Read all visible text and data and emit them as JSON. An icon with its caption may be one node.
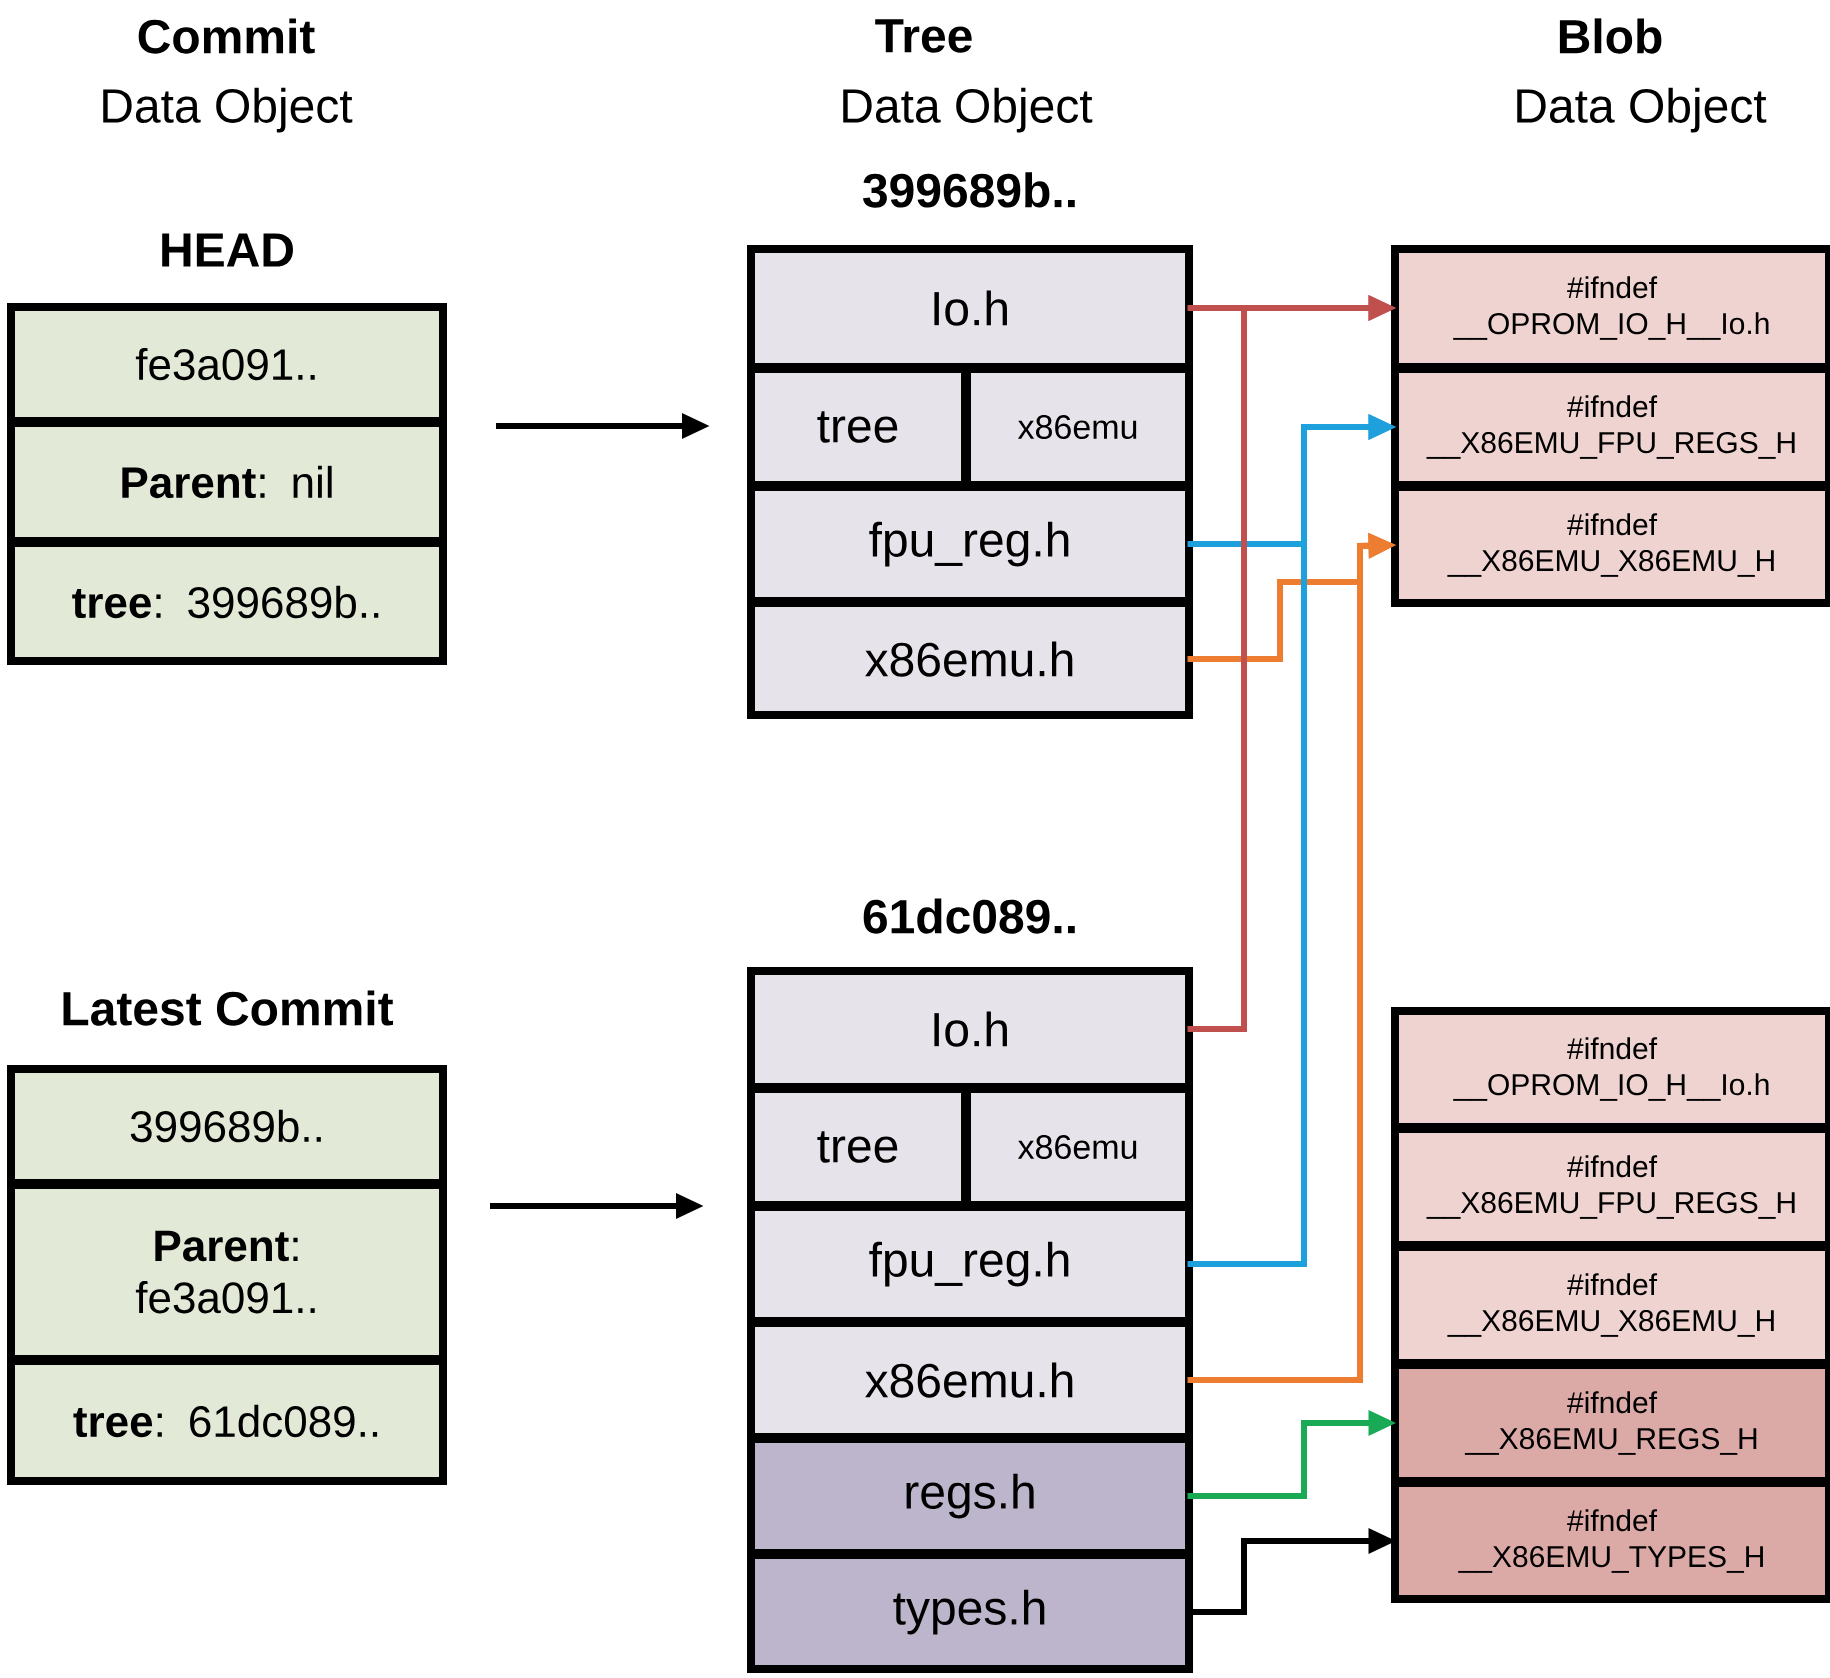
{
  "diagram": {
    "nodes": [
      {
        "text": [
          "HEAD"
        ]
      },
      {
        "text": [
          "fe3a091.."
        ],
        "in": 0
      },
      {
        "text": [
          "**Parent**: nil"
        ],
        "in": 0
      },
      {
        "text": [
          "**tree**: 399689b.."
        ],
        "in": 0
      },
      {
        "text": [
          "399689b.."
        ]
      },
      {
        "text": [
          "Io.h"
        ],
        "in": 4
      },
      {
        "text": [
          "tree"
        ],
        "in": 4
      },
      {
        "text": [
          "x86emu"
        ],
        "in": 4
      },
      {
        "text": [
          "fpu_reg.h"
        ],
        "in": 4
      },
      {
        "text": [
          "x86emu.h"
        ],
        "in": 4
      },
      {
        "text": [],
        "shape": "box"
      },
      {
        "text": [
          "#ifndef __OPROM_IO_H__Io.h"
        ],
        "in": 10
      },
      {
        "text": [
          "#ifndef __X86EMU_FPU_REGS_H"
        ],
        "in": 10
      },
      {
        "text": [
          "#ifndef __X86EMU_X86EMU_H"
        ],
        "in": 10
      },
      {
        "text": [
          "Latest Commit"
        ]
      },
      {
        "text": [
          "399689b.."
        ],
        "in": 14
      },
      {
        "text": [
          "**Parent**: fe3a091.."
        ],
        "in": 14
      },
      {
        "text": [
          "**tree**: 61dc089.."
        ],
        "in": 14
      },
      {
        "text": [
          "61dc089.."
        ]
      },
      {
        "text": [
          "Io.h"
        ],
        "in": 18
      },
      {
        "text": [
          "tree"
        ],
        "in": 18
      },
      {
        "text": [
          "x86emu"
        ],
        "in": 18
      },
      {
        "text": [
          "fpu_reg.h"
        ],
        "in": 18
      },
      {
        "text": [
          "x86emu.h"
        ],
        "in": 18
      },
      {
        "text": [
          "regs.h"
        ],
        "in": 18
      },
      {
        "text": [
          "types.h"
        ],
        "in": 18
      },
      {
        "text": [],
        "shape": "box"
      },
      {
        "text": [
          "#ifndef __OPROM_IO_H__Io.h"
        ],
        "in": 26
      },
      {
        "text": [
          "#ifndef __X86EMU_FPU_REGS_H"
        ],
        "in": 26
      },
      {
        "text": [
          "#ifndef __X86EMU_X86EMU_H"
        ],
        "in": 26
      },
      {
        "text": [
          "#ifndef __X86EMU_REGS_H"
        ],
        "in": 26
      },
      {
        "text": [
          "#ifndef __X86EMU_TYPES_H"
        ],
        "in": 26
      }
    ],
    "edges": [
      {
        "from": 0,
        "to": 4,
        "arrow": "to"
      },
      {
        "from": 5,
        "to": 11,
        "arrow": "to",
        "color": "#c0504d"
      },
      {
        "from": 8,
        "to": 12,
        "arrow": "to",
        "color": "#1ea0dc"
      },
      {
        "from": 9,
        "to": 13,
        "arrow": "to",
        "color": "#ed7d31"
      },
      {
        "from": 14,
        "to": 18,
        "arrow": "to"
      },
      {
        "from": 19,
        "to": 11,
        "arrow": "to",
        "color": "#c0504d"
      },
      {
        "from": 22,
        "to": 12,
        "arrow": "to",
        "color": "#1ea0dc"
      },
      {
        "from": 23,
        "to": 13,
        "arrow": "to",
        "color": "#ed7d31"
      },
      {
        "from": 24,
        "to": 30,
        "arrow": "to",
        "color": "#1aaa55"
      },
      {
        "from": 25,
        "to": 31,
        "arrow": "to"
      }
    ],
    "labels": [
      "Commit",
      "Data Object",
      "Tree",
      "Data Object",
      "Blob",
      "Data Object"
    ]
  }
}
